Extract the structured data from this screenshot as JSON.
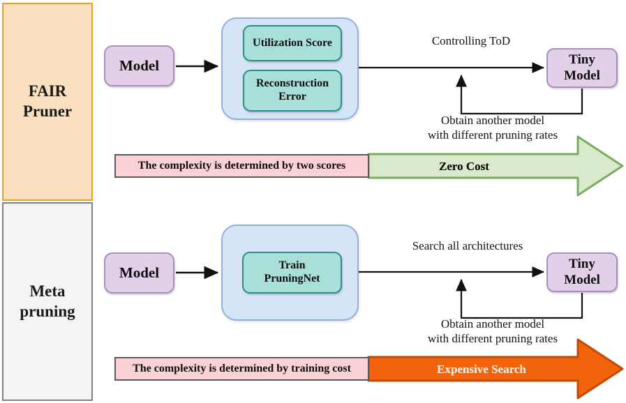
{
  "diagram": {
    "title": "FAIR Pruner vs Meta pruning comparison",
    "colors": {
      "panel_top_fill": "#fbe0c0",
      "panel_top_border": "#e8a020",
      "panel_bottom_fill": "#f4f4f4",
      "panel_bottom_border": "#808080",
      "model_fill": "#e2cfe8",
      "model_border": "#a98dc0",
      "container_fill": "#d6e4f7",
      "container_border": "#8fb0d8",
      "score_fill": "#a9dfd9",
      "score_border": "#2a8d86",
      "pink_fill": "#fad2d6",
      "pink_border": "#595959",
      "green_arrow_fill": "#d9e9cb",
      "green_arrow_border": "#7aab5e",
      "orange_arrow_fill": "#f2630c",
      "orange_arrow_border": "#c24a08"
    },
    "rows": [
      {
        "id": "fair-pruner",
        "category_label": "FAIR\nPruner",
        "source_box": "Model",
        "container_items": [
          "Utilization Score",
          "Reconstruction\nError"
        ],
        "forward_edge_label": "Controlling ToD",
        "target_box": "Tiny\nModel",
        "feedback_label": "Obtain another model\nwith different pruning rates",
        "complexity_note": "The complexity is determined by two scores",
        "cost_label": "Zero Cost"
      },
      {
        "id": "meta-pruning",
        "category_label": "Meta\npruning",
        "source_box": "Model",
        "container_items": [
          "Train\nPruningNet"
        ],
        "forward_edge_label": "Search all architectures",
        "target_box": "Tiny\nModel",
        "feedback_label": "Obtain another model\nwith different pruning rates",
        "complexity_note": "The complexity is determined by training cost",
        "cost_label": "Expensive Search"
      }
    ]
  }
}
